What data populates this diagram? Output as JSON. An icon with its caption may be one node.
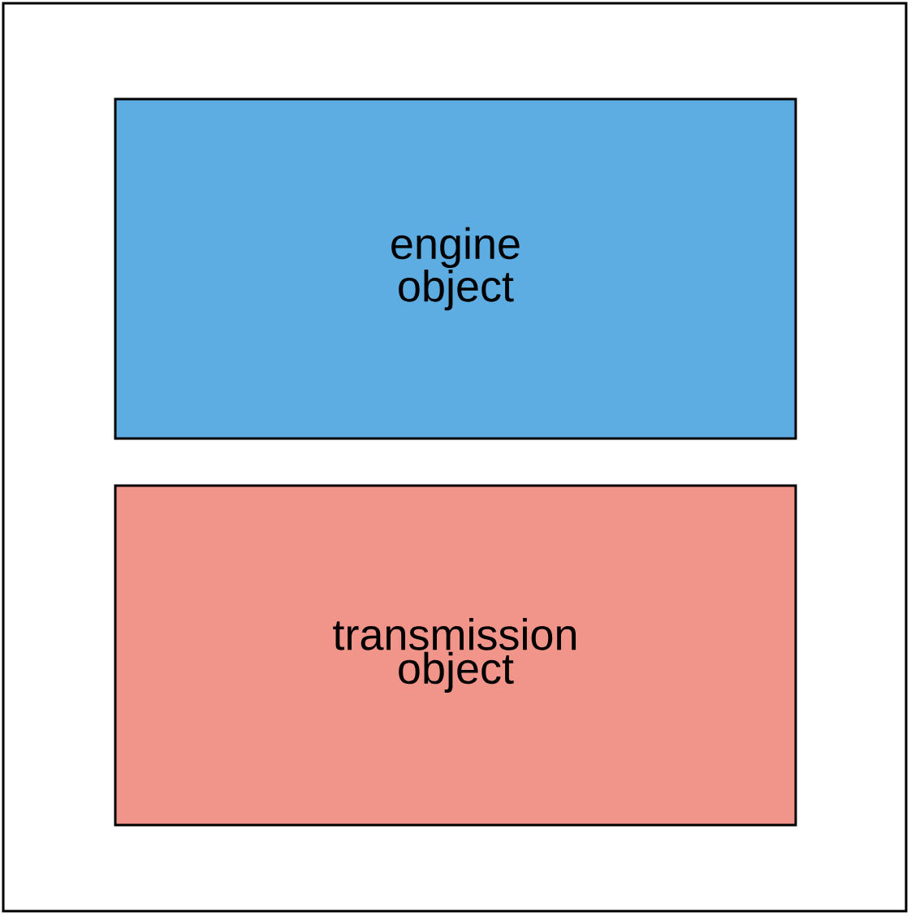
{
  "diagram": {
    "nodes": [
      {
        "text": [],
        "shape": "box"
      },
      {
        "text": [
          "engine object"
        ],
        "in": 0
      },
      {
        "text": [
          "transmission object"
        ],
        "in": 0
      }
    ]
  }
}
